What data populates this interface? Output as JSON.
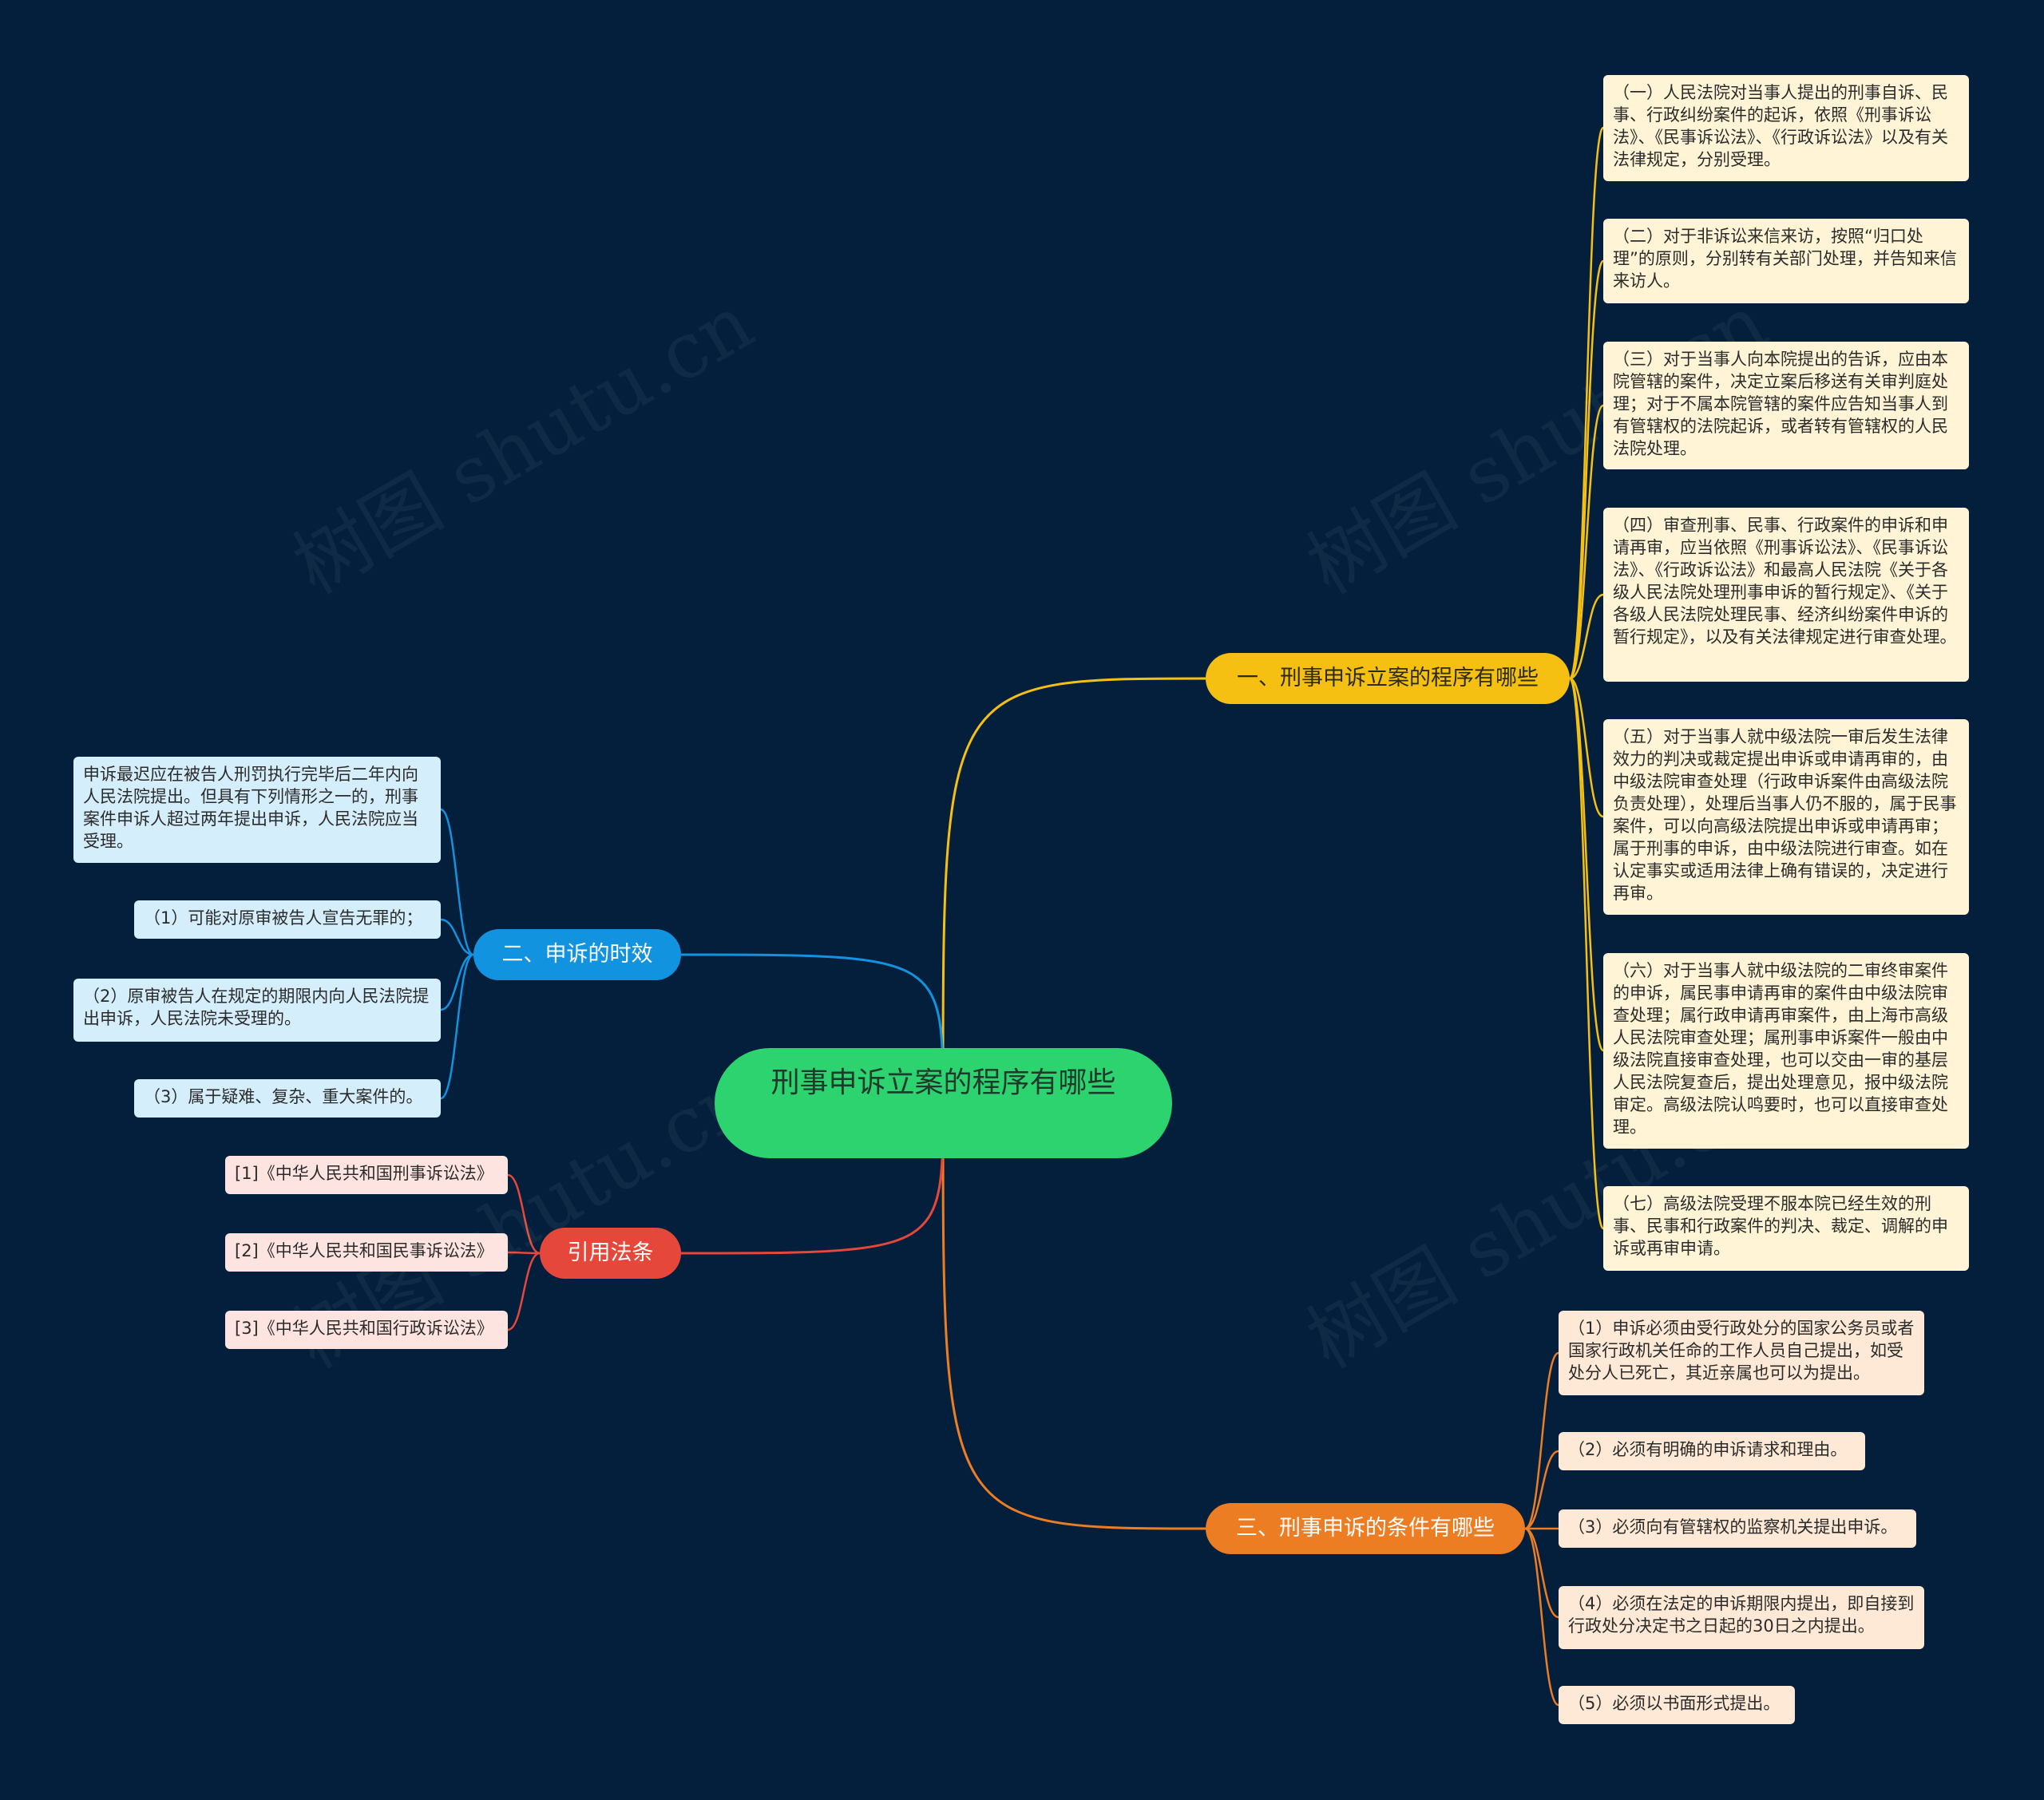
{
  "watermark": "树图 shutu.cn",
  "center": {
    "label": "刑事申诉立案的程序有哪些"
  },
  "branches": {
    "procedure": {
      "label": "一、刑事申诉立案的程序有哪些",
      "color": "#f5c012",
      "items": [
        "（一）人民法院对当事人提出的刑事自诉、民事、行政纠纷案件的起诉，依照《刑事诉讼法》、《民事诉讼法》、《行政诉讼法》以及有关法律规定，分别受理。",
        "（二）对于非诉讼来信来访，按照“归口处理”的原则，分别转有关部门处理，并告知来信来访人。",
        "（三）对于当事人向本院提出的告诉，应由本院管辖的案件，决定立案后移送有关审判庭处理；对于不属本院管辖的案件应告知当事人到有管辖权的法院起诉，或者转有管辖权的人民法院处理。",
        "（四）审查刑事、民事、行政案件的申诉和申请再审，应当依照《刑事诉讼法》、《民事诉讼法》、《行政诉讼法》和最高人民法院《关于各级人民法院处理刑事申诉的暂行规定》、《关于各级人民法院处理民事、经济纠纷案件申诉的暂行规定》，以及有关法律规定进行审查处理。",
        "（五）对于当事人就中级法院一审后发生法律效力的判决或裁定提出申诉或申请再审的，由中级法院审查处理（行政申诉案件由高级法院负责处理），处理后当事人仍不服的，属于民事案件，可以向高级法院提出申诉或申请再审；属于刑事的申诉，由中级法院进行审查。如在认定事实或适用法律上确有错误的，决定进行再审。",
        "（六）对于当事人就中级法院的二审终审案件的申诉，属民事申请再审的案件由中级法院审查处理；属行政申请再审案件，由上海市高级人民法院审查处理；属刑事申诉案件一般由中级法院直接审查处理，也可以交由一审的基层人民法院复查后，提出处理意见，报中级法院审定。高级法院认鸣要时，也可以直接审查处理。",
        "（七）高级法院受理不服本院已经生效的刑事、民事和行政案件的判决、裁定、调解的申诉或再审申请。"
      ]
    },
    "timeliness": {
      "label": "二、申诉的时效",
      "color": "#1293e0",
      "items": [
        "申诉最迟应在被告人刑罚执行完毕后二年内向人民法院提出。但具有下列情形之一的，刑事案件申诉人超过两年提出申诉，人民法院应当受理。",
        "（1）可能对原审被告人宣告无罪的；",
        "（2）原审被告人在规定的期限内向人民法院提出申诉，人民法院未受理的。",
        "（3）属于疑难、复杂、重大案件的。"
      ]
    },
    "citations": {
      "label": "引用法条",
      "color": "#e5473b",
      "items": [
        "[1]《中华人民共和国刑事诉讼法》",
        "[2]《中华人民共和国民事诉讼法》",
        "[3]《中华人民共和国行政诉讼法》"
      ]
    },
    "conditions": {
      "label": "三、刑事申诉的条件有哪些",
      "color": "#ec7d22",
      "items": [
        "（1）申诉必须由受行政处分的国家公务员或者国家行政机关任命的工作人员自己提出，如受处分人已死亡，其近亲属也可以为提出。",
        "（2）必须有明确的申诉请求和理由。",
        "（3）必须向有管辖权的监察机关提出申诉。",
        "（4）必须在法定的申诉期限内提出，即自接到行政处分决定书之日起的30日之内提出。",
        "（5）必须以书面形式提出。"
      ]
    }
  }
}
